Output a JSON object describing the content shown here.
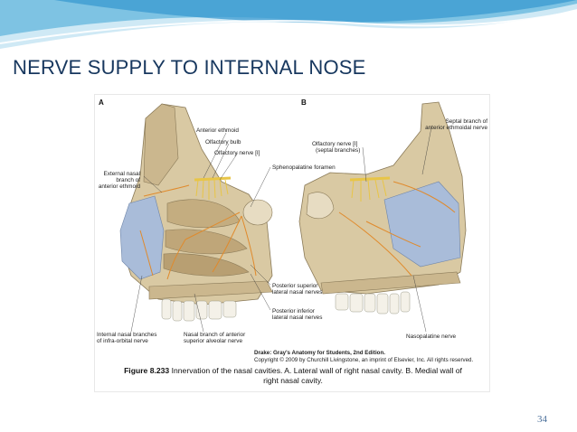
{
  "slide": {
    "title": "NERVE SUPPLY TO INTERNAL NOSE",
    "page_number": "34"
  },
  "figure": {
    "panel_a": "A",
    "panel_b": "B",
    "labels_a": {
      "anterior_ethmoid": "Anterior ethmoid",
      "olfactory_bulb": "Olfactory bulb",
      "olfactory_nerve": "Olfactory nerve [I]",
      "sphenopalatine_foramen": "Sphenopalatine foramen",
      "external_nasal_1": "External nasal",
      "external_nasal_2": "branch of",
      "external_nasal_3": "anterior ethmoid",
      "posterior_superior_1": "Posterior superior",
      "posterior_superior_2": "lateral nasal nerves",
      "posterior_inferior_1": "Posterior inferior",
      "posterior_inferior_2": "lateral nasal nerves",
      "internal_nasal_1": "Internal nasal branches",
      "internal_nasal_2": "of infra-orbital nerve",
      "nasal_branch_1": "Nasal branch of anterior",
      "nasal_branch_2": "superior alveolar nerve"
    },
    "labels_b": {
      "septal_branch_1": "Septal branch of",
      "septal_branch_2": "anterior ethmoidal nerve",
      "olfactory_septal_1": "Olfactory nerve [I]",
      "olfactory_septal_2": "(septal branches)",
      "nasopalatine": "Nasopalatine nerve"
    },
    "credit": {
      "line1": "Drake: Gray's Anatomy for Students, 2nd Edition.",
      "line2": "Copyright © 2009 by Churchill Livingstone, an imprint of Elsevier, Inc. All rights reserved."
    },
    "caption": {
      "number": "Figure 8.233",
      "line1_rest": " Innervation of the nasal cavities. A. Lateral wall of right nasal cavity. B. Medial wall of",
      "line2": "right nasal cavity."
    }
  },
  "colors": {
    "title": "#17375e",
    "bone": "#d9c9a3",
    "mucosa_blue": "#a9bcd9",
    "nerve_yellow": "#e8c547",
    "nerve_orange": "#e08a2c",
    "page_number": "#4a6f9a"
  }
}
